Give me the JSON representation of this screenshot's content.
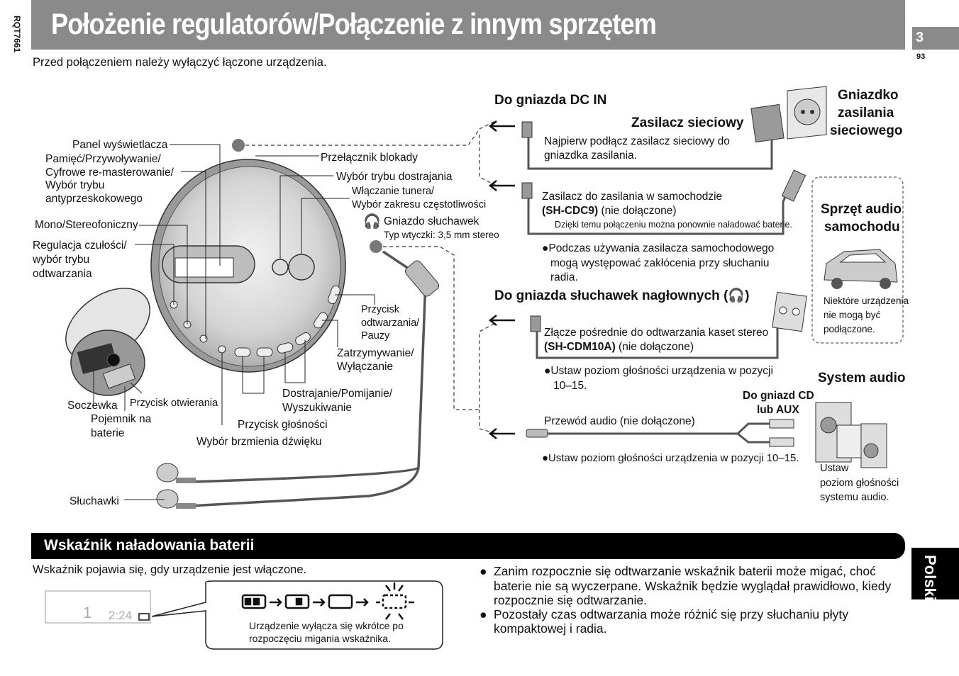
{
  "header": {
    "title": "Położenie regulatorów/Połączenie z innym sprzętem",
    "doc_code": "RQT7661",
    "chapter": "3",
    "page": "93"
  },
  "intro": "Przed połączeniem należy wyłączyć łączone urządzenia.",
  "player_labels": {
    "display_panel": "Panel wyświetlacza",
    "memory_line1": "Pamięć/Przywoływanie/",
    "memory_line2": "Cyfrowe re-masterowanie/",
    "memory_line3": "Wybór trybu",
    "memory_line4": "antyprzeskokowego",
    "mono_stereo": "Mono/Stereofoniczny",
    "sensitivity_line1": "Regulacja czułości/",
    "sensitivity_line2": "wybór trybu",
    "sensitivity_line3": "odtwarzania",
    "lock_switch": "Przełącznik blokady",
    "tuning_mode": "Wybór trybu dostrajania",
    "tuner_on": "Włączanie tunera/",
    "band_select": "Wybór zakresu częstotliwości",
    "headphone_jack": "Gniazdo słuchawek",
    "plug_type": "Typ wtyczki: 3,5 mm stereo",
    "play_pause_line1": "Przycisk",
    "play_pause_line2": "odtwarzania/",
    "play_pause_line3": "Pauzy",
    "stop_line1": "Zatrzymywanie/",
    "stop_line2": "Wyłączanie",
    "tuning_line1": "Dostrajanie/Pomijanie/",
    "tuning_line2": "Wyszukiwanie",
    "volume": "Przycisk głośności",
    "sound": "Wybór brzmienia dźwięku",
    "lens": "Soczewka",
    "open_button": "Przycisk otwierania",
    "battery_line1": "Pojemnik na",
    "battery_line2": "baterie",
    "headphones": "Słuchawki"
  },
  "dc_in": {
    "heading": "Do gniazda DC IN",
    "adapter_title": "Zasilacz sieciowy",
    "adapter_note_line1": "Najpierw podłącz zasilacz sieciowy do",
    "adapter_note_line2": "gniazdka zasilania.",
    "outlet_line1": "Gniazdko",
    "outlet_line2": "zasilania",
    "outlet_line3": "sieciowego",
    "car_adapter_line1": "Zasilacz do zasilania w samochodzie",
    "car_adapter_model": "(SH-CDC9)",
    "car_adapter_suffix": " (nie dołączone)",
    "car_adapter_note": "Dzięki temu połączeniu można ponownie naładować baterie.",
    "car_warning_line1": "●Podczas używania zasilacza samochodowego",
    "car_warning_line2": "mogą występować zakłócenia przy słuchaniu",
    "car_warning_line3": "radia."
  },
  "car_audio": {
    "title_line1": "Sprzęt audio",
    "title_line2": "samochodu",
    "note_line1": "Niektóre urządzenia",
    "note_line2": "nie mogą być",
    "note_line3": "podłączone."
  },
  "headphone_out": {
    "heading": "Do gniazda słuchawek nagłownych (",
    "heading_end": ")",
    "cassette_line1": "Złącze pośrednie do odtwarzania kaset stereo",
    "cassette_model": "(SH-CDM10A)",
    "cassette_suffix": " (nie dołączone)",
    "cassette_note_line1": "●Ustaw poziom głośności urządzenia w pozycji",
    "cassette_note_line2": "10–15.",
    "cd_aux_line1": "Do gniazd CD",
    "cd_aux_line2": "lub AUX",
    "cable": "Przewód audio (nie dołączone)",
    "cable_note": "●Ustaw poziom głośności urządzenia w pozycji 10–15.",
    "system_title": "System audio",
    "system_note_line1": "Ustaw",
    "system_note_line2": "poziom głośności",
    "system_note_line3": "systemu audio."
  },
  "battery_section": {
    "title": "Wskaźnik naładowania baterii",
    "intro": "Wskaźnik pojawia się, gdy urządzenie jest włączone.",
    "display_track": "1",
    "display_time": "2:24",
    "shutdown_line1": "Urządzenie wyłącza się wkrótce po",
    "shutdown_line2": "rozpoczęciu migania wskaźnika.",
    "bullet1_line1": "Zanim rozpocznie się odtwarzanie wskaźnik baterii może migać, choć",
    "bullet1_line2": "baterie nie są wyczerpane. Wskaźnik będzie wyglądał prawidłowo, kiedy",
    "bullet1_line3": "rozpocznie się odtwarzanie.",
    "bullet2_line1": "Pozostały czas odtwarzania może różnić się przy słuchaniu płyty",
    "bullet2_line2": "kompaktowej i radia.",
    "bullet_mark": "●"
  },
  "side_tab": {
    "language": "Polski"
  }
}
